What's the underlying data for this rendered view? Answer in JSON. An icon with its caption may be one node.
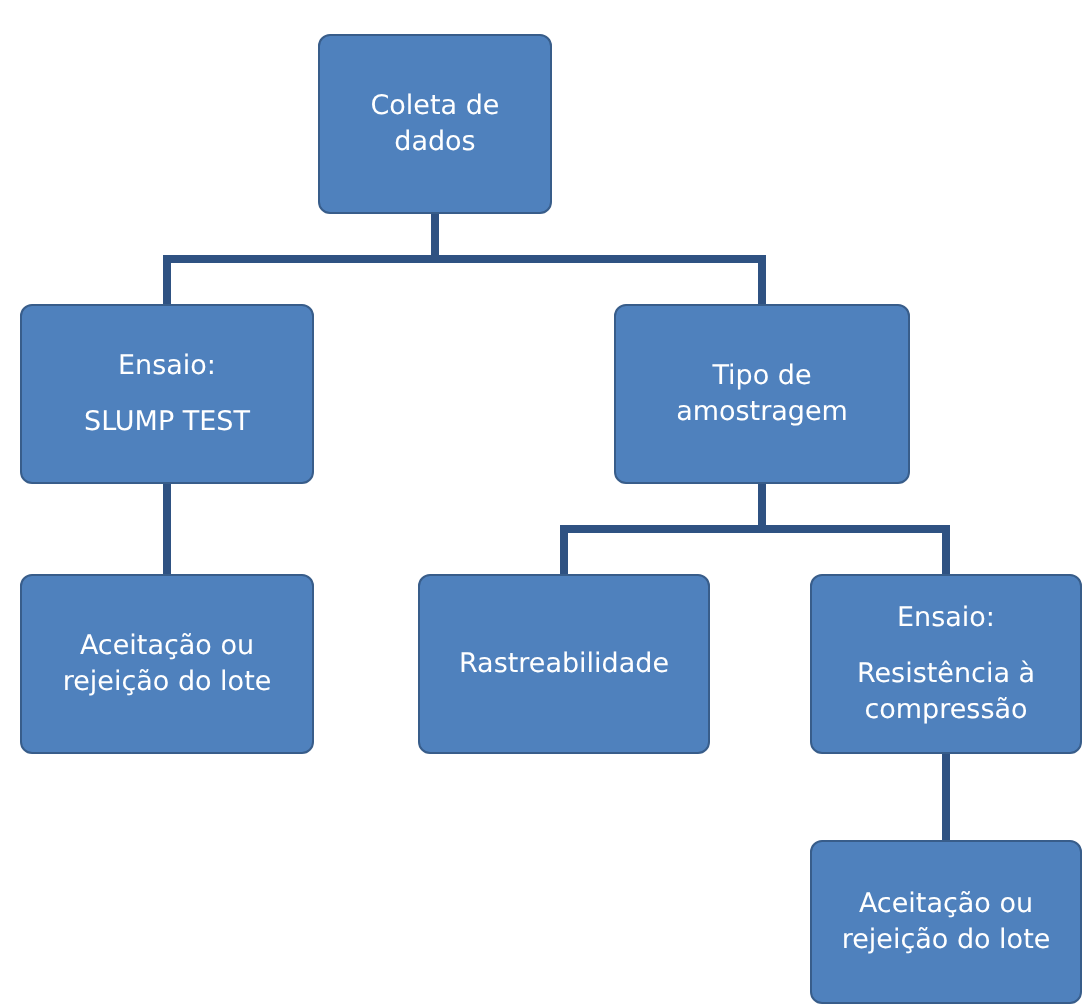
{
  "diagram": {
    "nodes": [
      {
        "text": [
          "Coleta de dados"
        ]
      },
      {
        "text": [
          "Ensaio:",
          "SLUMP TEST"
        ]
      },
      {
        "text": [
          "Tipo de amostragem"
        ]
      },
      {
        "text": [
          "Aceitação ou rejeição do lote"
        ]
      },
      {
        "text": [
          "Rastreabilidade"
        ]
      },
      {
        "text": [
          "Ensaio:",
          "Resistência à compressão"
        ]
      },
      {
        "text": [
          "Aceitação ou rejeição do lote"
        ]
      }
    ],
    "edges": [
      {
        "from": 0,
        "to": 1,
        "arrow": "none"
      },
      {
        "from": 0,
        "to": 2,
        "arrow": "none"
      },
      {
        "from": 1,
        "to": 3,
        "arrow": "none"
      },
      {
        "from": 2,
        "to": 4,
        "arrow": "none"
      },
      {
        "from": 2,
        "to": 5,
        "arrow": "none"
      },
      {
        "from": 5,
        "to": 6,
        "arrow": "none"
      }
    ]
  }
}
